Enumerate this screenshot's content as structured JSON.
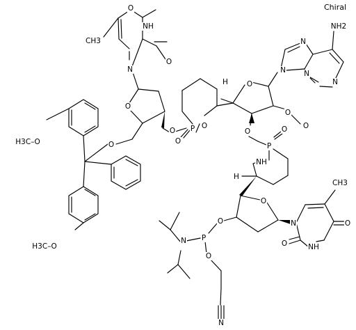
{
  "chiral_flag": "Chiral",
  "labels": {
    "O": "O",
    "N": "N",
    "NH": "NH",
    "H": "H",
    "P": "P",
    "CH3": "CH3",
    "H3C": "H3C",
    "H3CO": "H3C–O",
    "OCH3_top": "H3C–O",
    "OCH3_bot": "H3C–O",
    "NH2": "NH2",
    "CN_N": "N"
  },
  "text": {
    "thymine_top_nh": "N",
    "thymine_top_h": "H",
    "thymine_bot_h": "H",
    "adenine_nh2": "NH",
    "adenine_nh2_sub": "2"
  }
}
